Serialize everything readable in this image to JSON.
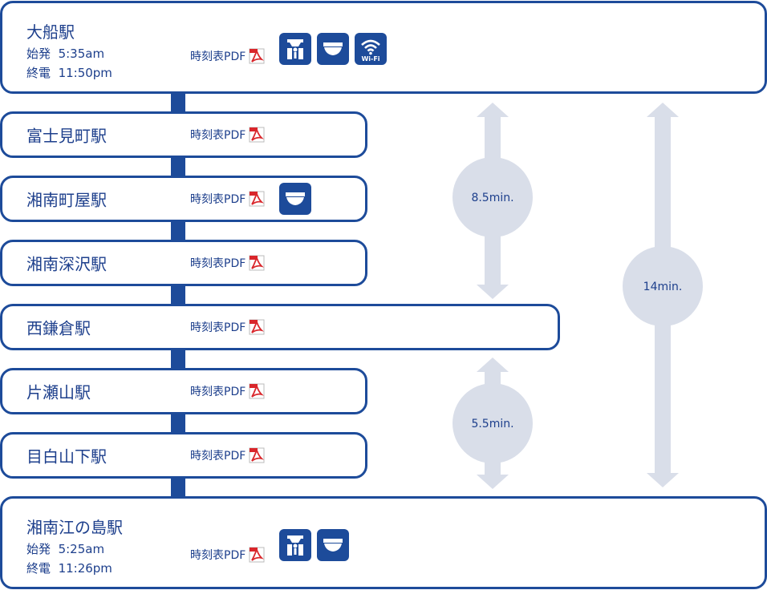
{
  "stations": [
    {
      "name": "大船駅",
      "first_label": "始発",
      "first_time": "5:35am",
      "last_label": "終電",
      "last_time": "11:50pm",
      "pdf": "時刻表PDF",
      "icons": [
        "ticket-gate-icon",
        "toilet-icon",
        "wifi-icon"
      ]
    },
    {
      "name": "富士見町駅",
      "pdf": "時刻表PDF",
      "icons": []
    },
    {
      "name": "湘南町屋駅",
      "pdf": "時刻表PDF",
      "icons": [
        "toilet-icon"
      ]
    },
    {
      "name": "湘南深沢駅",
      "pdf": "時刻表PDF",
      "icons": []
    },
    {
      "name": "西鎌倉駅",
      "pdf": "時刻表PDF",
      "icons": []
    },
    {
      "name": "片瀬山駅",
      "pdf": "時刻表PDF",
      "icons": []
    },
    {
      "name": "目白山下駅",
      "pdf": "時刻表PDF",
      "icons": []
    },
    {
      "name": "湘南江の島駅",
      "first_label": "始発",
      "first_time": "5:25am",
      "last_label": "終電",
      "last_time": "11:26pm",
      "pdf": "時刻表PDF",
      "icons": [
        "ticket-gate-icon",
        "toilet-icon"
      ]
    }
  ],
  "wifi_label": "Wi-Fi",
  "travel_times": {
    "ofuna_nishikamakura": "8.5min.",
    "nishikamakura_enoshima": "5.5min.",
    "total": "14min."
  },
  "colors": {
    "primary": "#1d4b9a",
    "arrow": "#d9dee9",
    "pdf_red": "#d9262b"
  }
}
